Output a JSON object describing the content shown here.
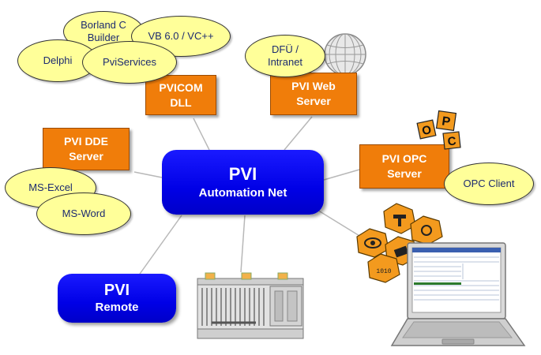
{
  "hub": {
    "line1": "PVI",
    "line2": "Automation Net"
  },
  "remote": {
    "line1": "PVI",
    "line2": "Remote"
  },
  "pvicom": {
    "line1": "PVICOM",
    "line2": "DLL"
  },
  "web": {
    "line1": "PVI Web",
    "line2": "Server"
  },
  "dde": {
    "line1": "PVI DDE",
    "line2": "Server"
  },
  "opc": {
    "line1": "PVI OPC",
    "line2": "Server"
  },
  "bubbles": {
    "borland": {
      "line1": "Borland C",
      "line2": "Builder"
    },
    "vb": "VB 6.0 / VC++",
    "delphi": "Delphi",
    "pviservices": "PviServices",
    "dfu": {
      "line1": "DFÜ /",
      "line2": "Intranet"
    },
    "excel": "MS-Excel",
    "word": "MS-Word",
    "opc_client": "OPC Client"
  },
  "opc_tiles": [
    "O",
    "P",
    "C"
  ],
  "icons": [
    "globe-icon",
    "plc-hardware-icon",
    "laptop-icon",
    "software-tools-icons",
    "opc-letter-tiles-icon"
  ],
  "colors": {
    "orange": "#f07d0a",
    "blue": "#0000e6",
    "bubble": "#ffff99",
    "bubble_text": "#1d2b70"
  }
}
